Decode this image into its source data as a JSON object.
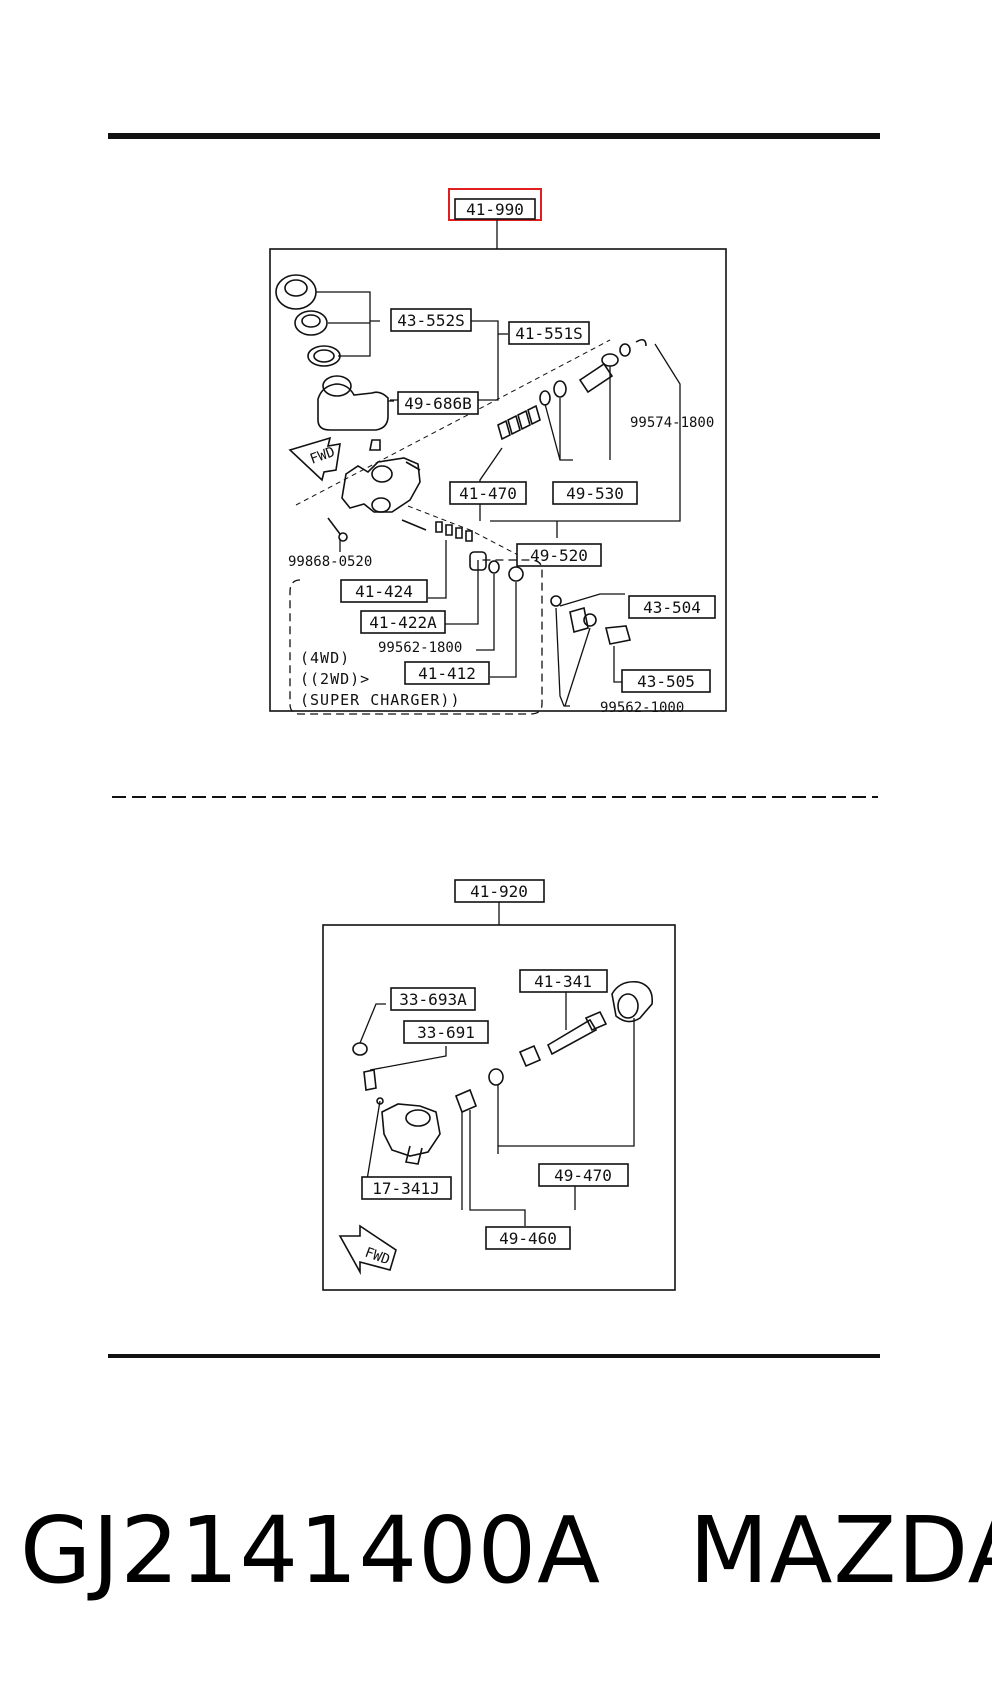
{
  "upper_diagram": {
    "assembly_label": "41-990",
    "labels": {
      "p43_552s": "43-552S",
      "p41_551s": "41-551S",
      "p49_686b": "49-686B",
      "p99574_1800": "99574-1800",
      "p41_470": "41-470",
      "p49_530": "49-530",
      "p49_520": "49-520",
      "p99868_0520": "99868-0520",
      "p41_424": "41-424",
      "p41_422a": "41-422A",
      "p99562_1800": "99562-1800",
      "p41_412": "41-412",
      "p43_504": "43-504",
      "p43_505": "43-505",
      "p99562_1000": "99562-1000",
      "fwd": "FWD"
    },
    "note_lines": [
      "(4WD)",
      "((2WD)>",
      "(SUPER CHARGER))"
    ],
    "highlight_color": "#e02020"
  },
  "lower_diagram": {
    "assembly_label": "41-920",
    "labels": {
      "p33_693a": "33-693A",
      "p41_341": "41-341",
      "p33_691": "33-691",
      "p49_470": "49-470",
      "p17_341j": "17-341J",
      "p49_460": "49-460",
      "fwd": "FWD"
    }
  },
  "footer": {
    "part_number": "GJ2141400A",
    "brand": "MAZDA"
  }
}
